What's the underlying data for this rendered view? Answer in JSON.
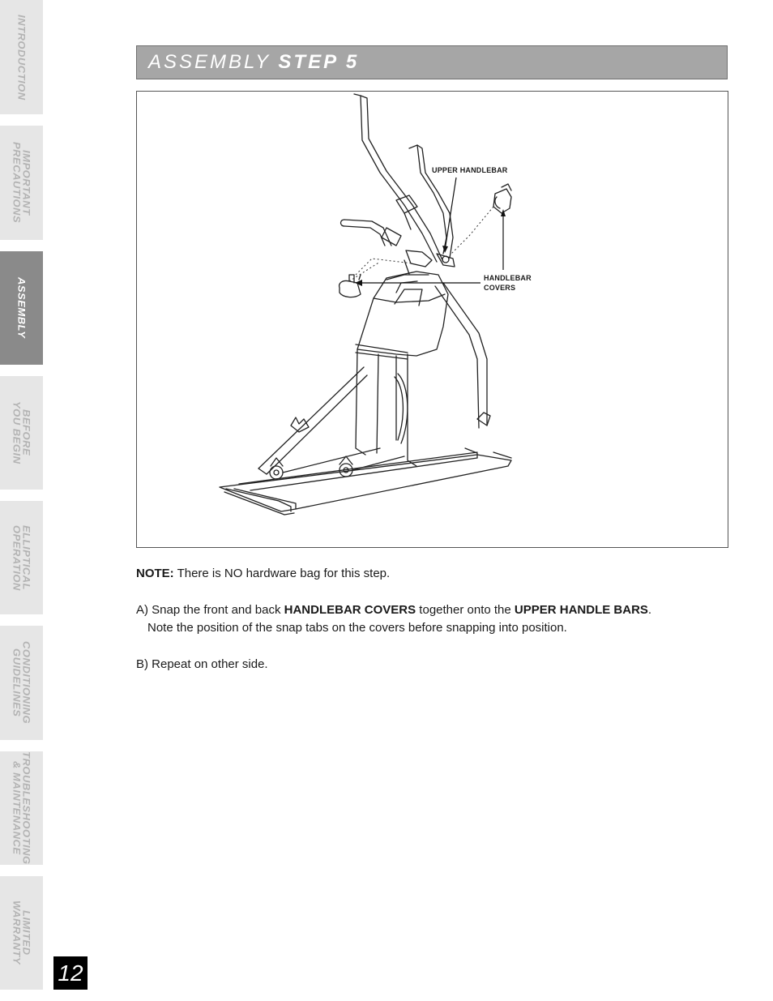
{
  "sidebar": {
    "tabs": [
      {
        "label": "INTRODUCTION",
        "active": false
      },
      {
        "label": "IMPORTANT\nPRECAUTIONS",
        "active": false
      },
      {
        "label": "ASSEMBLY",
        "active": true
      },
      {
        "label": "BEFORE\nYOU BEGIN",
        "active": false
      },
      {
        "label": "ELLIPTICAL\nOPERATION",
        "active": false
      },
      {
        "label": "CONDITIONING\nGUIDELINES",
        "active": false
      },
      {
        "label": "TROUBLESHOOTING\n& MAINTENANCE",
        "active": false
      },
      {
        "label": "LIMITED\nWARRANTY",
        "active": false
      }
    ]
  },
  "page_number": "12",
  "header": {
    "prefix": "ASSEMBLY",
    "step": "STEP 5"
  },
  "figure": {
    "callout_upper_handlebar": "UPPER HANDLEBAR",
    "callout_handlebar_covers_line1": "HANDLEBAR",
    "callout_handlebar_covers_line2": "COVERS"
  },
  "instructions": {
    "note_label": "NOTE:",
    "note_text": " There is NO hardware bag for this step.",
    "a_prefix": "A) Snap the front and back ",
    "a_bold1": "HANDLEBAR COVERS",
    "a_mid": " together onto the ",
    "a_bold2": "UPPER HANDLE BARS",
    "a_end": ".",
    "a_line2": "Note the position of the snap tabs on the covers before snapping into position.",
    "b_text": "B) Repeat on other side."
  },
  "colors": {
    "active_tab": "#8a8a8a",
    "inactive_tab": "#e6e6e6",
    "header_bar": "#a6a6a6"
  }
}
